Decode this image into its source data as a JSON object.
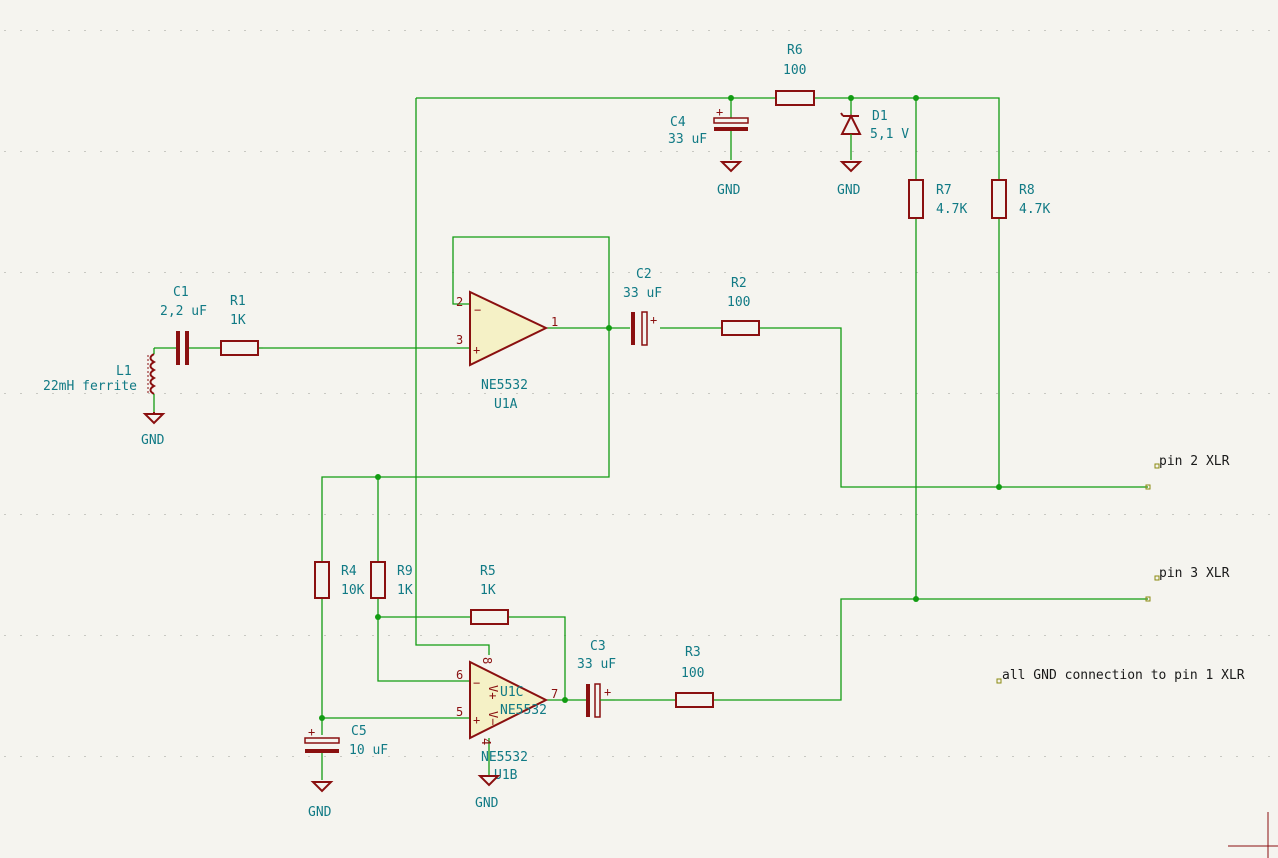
{
  "schematic": {
    "components": {
      "C1": {
        "ref": "C1",
        "value": "2,2 uF"
      },
      "R1": {
        "ref": "R1",
        "value": "1K"
      },
      "L1": {
        "ref": "L1",
        "value": "22mH ferrite"
      },
      "U1A": {
        "ref": "U1A",
        "value": "NE5532"
      },
      "U1B": {
        "ref": "U1B",
        "value": "NE5532"
      },
      "U1C": {
        "ref": "U1C",
        "value": "NE5532"
      },
      "C2": {
        "ref": "C2",
        "value": "33 uF"
      },
      "R2": {
        "ref": "R2",
        "value": "100"
      },
      "C3": {
        "ref": "C3",
        "value": "33 uF"
      },
      "R3": {
        "ref": "R3",
        "value": "100"
      },
      "C4": {
        "ref": "C4",
        "value": "33 uF"
      },
      "R6": {
        "ref": "R6",
        "value": "100"
      },
      "D1": {
        "ref": "D1",
        "value": "5,1 V"
      },
      "R7": {
        "ref": "R7",
        "value": "4.7K"
      },
      "R8": {
        "ref": "R8",
        "value": "4.7K"
      },
      "R4": {
        "ref": "R4",
        "value": "10K"
      },
      "R9": {
        "ref": "R9",
        "value": "1K"
      },
      "R5": {
        "ref": "R5",
        "value": "1K"
      },
      "C5": {
        "ref": "C5",
        "value": "10 uF"
      }
    },
    "pins": {
      "u1a_in_neg": "2",
      "u1a_in_pos": "3",
      "u1a_out": "1",
      "u1b_in_neg": "6",
      "u1b_in_pos": "5",
      "u1b_out": "7",
      "u1c_vplus": "8",
      "u1c_vminus": "4"
    },
    "opamp_symbols": {
      "minus": "−",
      "plus": "+",
      "vplus": "V+",
      "vminus": "V−"
    },
    "polarity_mark": "+",
    "gnd_label": "GND",
    "labels": {
      "pin2": "pin 2 XLR",
      "pin3": "pin 3 XLR",
      "note": "all GND connection to pin 1 XLR"
    }
  }
}
